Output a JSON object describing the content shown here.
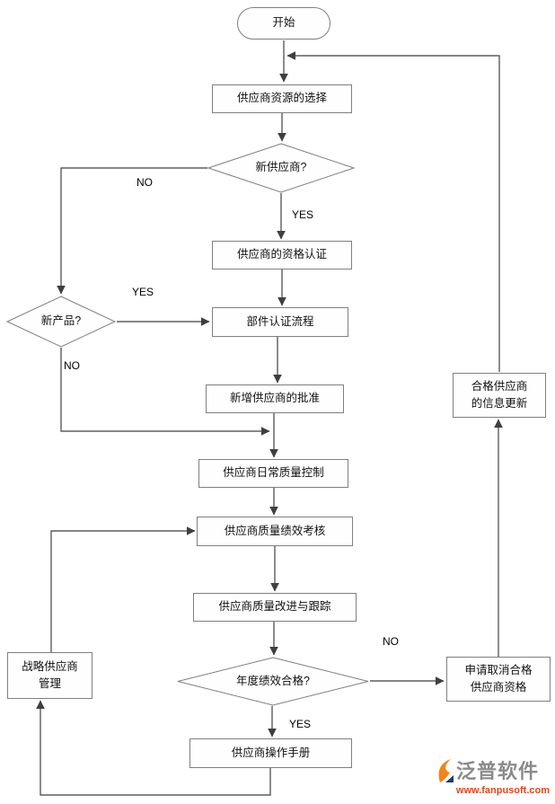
{
  "nodes": {
    "start": "开始",
    "select": "供应商资源的选择",
    "new_supplier": "新供应商?",
    "qualification": "供应商的资格认证",
    "component_cert": "部件认证流程",
    "new_product": "新产品?",
    "approval": "新增供应商的批准",
    "daily_qc": "供应商日常质量控制",
    "performance": "供应商质量绩效考核",
    "improvement": "供应商质量改进与跟踪",
    "annual_review": "年度绩效合格?",
    "manual": "供应商操作手册",
    "strategic": "战略供应商管理",
    "cancel_qualification": "申请取消合格供应商资格",
    "info_update": "合格供应商的信息更新"
  },
  "edge_labels": {
    "new_supplier_no": "NO",
    "new_supplier_yes": "YES",
    "new_product_yes": "YES",
    "new_product_no": "NO",
    "annual_no": "NO",
    "annual_yes": "YES"
  },
  "watermark": {
    "brand": "泛普软件",
    "url": "www.fanpusoft.com"
  },
  "colors": {
    "shape_border": "#7f7f7f",
    "line": "#3f3f3f",
    "logo_orange": "#f08619",
    "logo_navy": "#1d3d6b",
    "url_red": "#e2451e"
  }
}
